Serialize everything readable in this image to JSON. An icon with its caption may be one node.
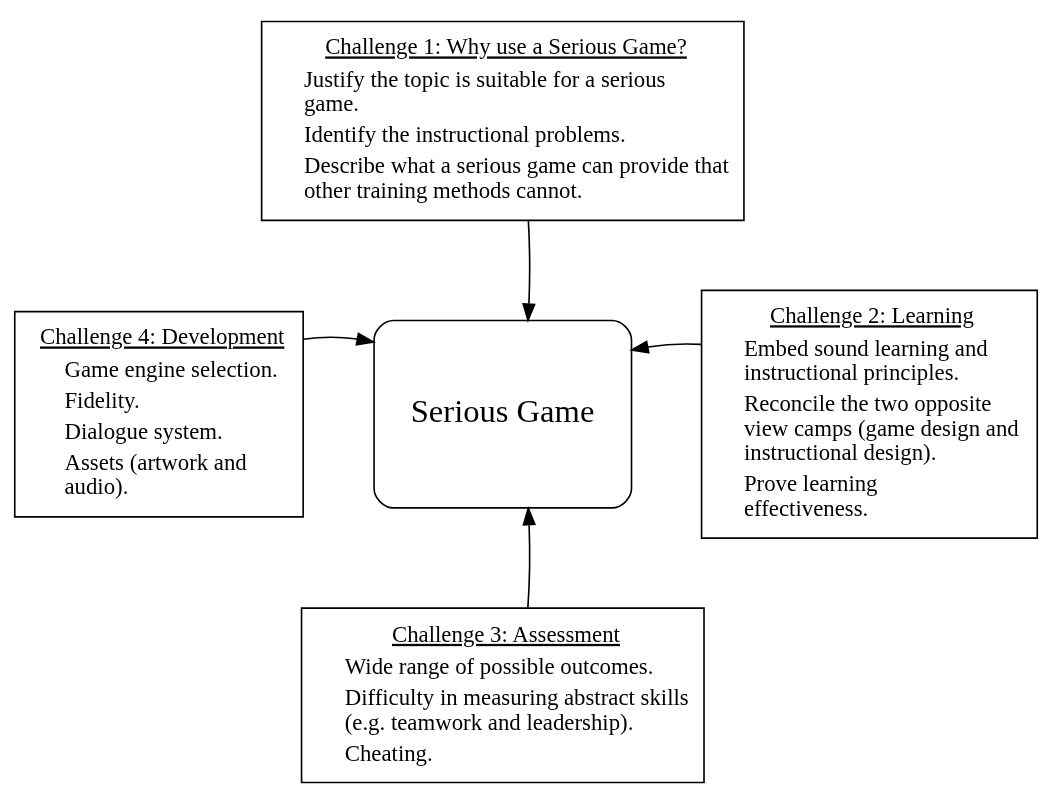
{
  "diagram": {
    "nodes": [
      {
        "text": [
          "Challenge 1: Why use a Serious Game?",
          "Justify the topic is suitable for a serious game.",
          "Identify the instructional problems.",
          "Describe what a serious game can provide that other training methods cannot."
        ]
      },
      {
        "text": [
          "Serious Game"
        ]
      },
      {
        "text": [
          "Challenge 2: Learning",
          "Embed sound learning and instructional principles.",
          "Reconcile the two opposite view camps (game design and instructional design).",
          "Prove learning effectiveness."
        ]
      },
      {
        "text": [
          "Challenge 3: Assessment",
          "Wide range of possible outcomes.",
          "Difficulty in measuring abstract skills (e.g. teamwork and leadership).",
          "Cheating."
        ]
      },
      {
        "text": [
          "Challenge 4: Development",
          "Game engine selection.",
          "Fidelity.",
          "Dialogue system.",
          "Assets (artwork and audio)."
        ]
      }
    ],
    "edges": [
      {
        "from": 0,
        "to": 1,
        "arrow": "to"
      },
      {
        "from": 2,
        "to": 1,
        "arrow": "to"
      },
      {
        "from": 3,
        "to": 1,
        "arrow": "to"
      },
      {
        "from": 4,
        "to": 1,
        "arrow": "to"
      }
    ]
  }
}
